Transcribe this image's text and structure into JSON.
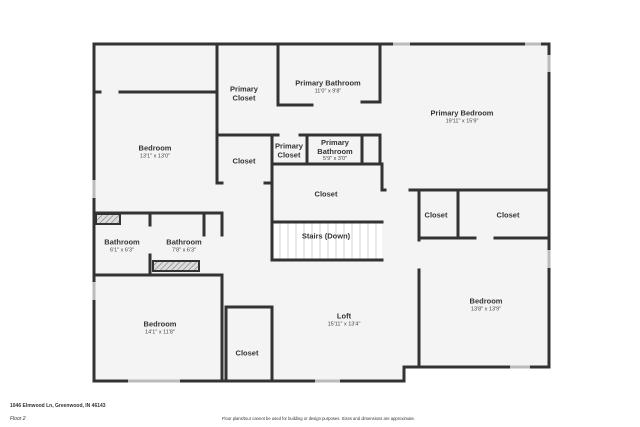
{
  "rooms": [
    {
      "name": "Primary Closet",
      "dims": ""
    },
    {
      "name": "Primary Bathroom",
      "dims": "11'0\" x 9'8\""
    },
    {
      "name": "Primary Bedroom",
      "dims": "19'11\" x 15'9\""
    },
    {
      "name": "Bedroom",
      "dims": "13'1\" x 13'0\""
    },
    {
      "name": "Closet",
      "dims": ""
    },
    {
      "name": "Primary Closet",
      "dims": ""
    },
    {
      "name": "Primary Bathroom",
      "dims": "5'9\" x 3'0\""
    },
    {
      "name": "Closet",
      "dims": ""
    },
    {
      "name": "Closet",
      "dims": ""
    },
    {
      "name": "Closet",
      "dims": ""
    },
    {
      "name": "Stairs (Down)",
      "dims": ""
    },
    {
      "name": "Bathroom",
      "dims": "6'1\" x 6'3\""
    },
    {
      "name": "Bathroom",
      "dims": "7'8\" x 6'3\""
    },
    {
      "name": "Bedroom",
      "dims": "13'8\" x 13'9\""
    },
    {
      "name": "Loft",
      "dims": "15'11\" x 13'4\""
    },
    {
      "name": "Bedroom",
      "dims": "14'1\" x 11'8\""
    },
    {
      "name": "Closet",
      "dims": ""
    }
  ],
  "footer": {
    "address": "1046 Elmwood Ln, Greenwood, IN 46143",
    "floor": "Floor 2",
    "disclaimer": "Floor plans/tour cannot be used for building or design purposes. Sizes and dimensions are approximate."
  },
  "colors": {
    "wall": "#333333",
    "floor": "#f4f4f4"
  }
}
